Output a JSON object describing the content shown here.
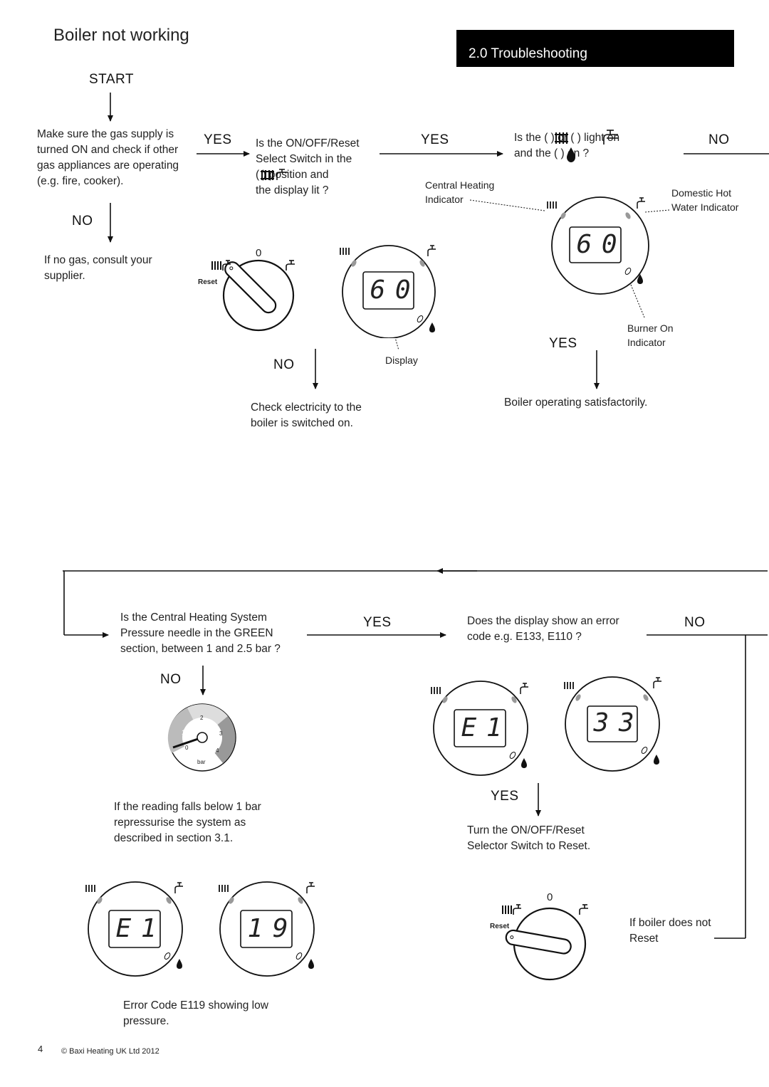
{
  "header": {
    "title": "Boiler not working",
    "section": "2.0  Troubleshooting"
  },
  "flow1": {
    "start": "START",
    "gas_check": [
      "Make sure the gas supply is",
      "turned ON and check if other",
      "gas appliances are operating",
      "(e.g. fire, cooker)."
    ],
    "gas_yes": "YES",
    "gas_no": "NO",
    "no_gas": [
      "If no gas, consult your",
      "supplier."
    ],
    "switch_q": [
      "Is the ON/OFF/Reset",
      "Select Switch in the",
      "(        ) position and",
      "the display lit ?"
    ],
    "switch_yes": "YES",
    "switch_no": "NO",
    "check_elec": [
      "Check electricity to the",
      "boiler is switched on."
    ],
    "light_q1": "Is the (      ) or (      ) light on",
    "light_q2": "and the (     ) on ?",
    "light_no": "NO",
    "light_yes": "YES",
    "ok": "Boiler operating satisfactorily.",
    "reset_label": "Reset",
    "zero_label": "0",
    "display_value": "6 0",
    "display_label": "Display",
    "ch_indicator": [
      "Central Heating",
      "Indicator"
    ],
    "dhw_indicator": [
      "Domestic Hot",
      "Water Indicator"
    ],
    "burner_indicator": [
      "Burner On",
      "Indicator"
    ]
  },
  "flow2": {
    "pressure_q": [
      "Is the Central Heating System",
      "Pressure needle in the GREEN",
      "section, between 1 and 2.5 bar ?"
    ],
    "pressure_yes": "YES",
    "pressure_no": "NO",
    "gauge_labels": [
      "0",
      "1",
      "2",
      "3",
      "4",
      "bar"
    ],
    "repressurise": [
      "If the reading falls below 1 bar",
      "repressurise the system as",
      "described in section 3.1."
    ],
    "error_q": [
      "Does the display show an error",
      "code e.g. E133, E110 ?"
    ],
    "error_no": "NO",
    "error_yes": "YES",
    "turn_reset": [
      "Turn the ON/OFF/Reset",
      "Selector Switch to Reset."
    ],
    "not_reset": [
      "If boiler does not",
      "Reset"
    ],
    "display_e1": "E 1",
    "display_33": "3 3",
    "display_19": "1 9",
    "e119_caption": [
      "Error Code E119 showing low",
      "pressure."
    ],
    "reset_label": "Reset",
    "zero_label": "0"
  },
  "footer": {
    "page": "4",
    "copyright": "© Baxi Heating UK Ltd 2012"
  }
}
